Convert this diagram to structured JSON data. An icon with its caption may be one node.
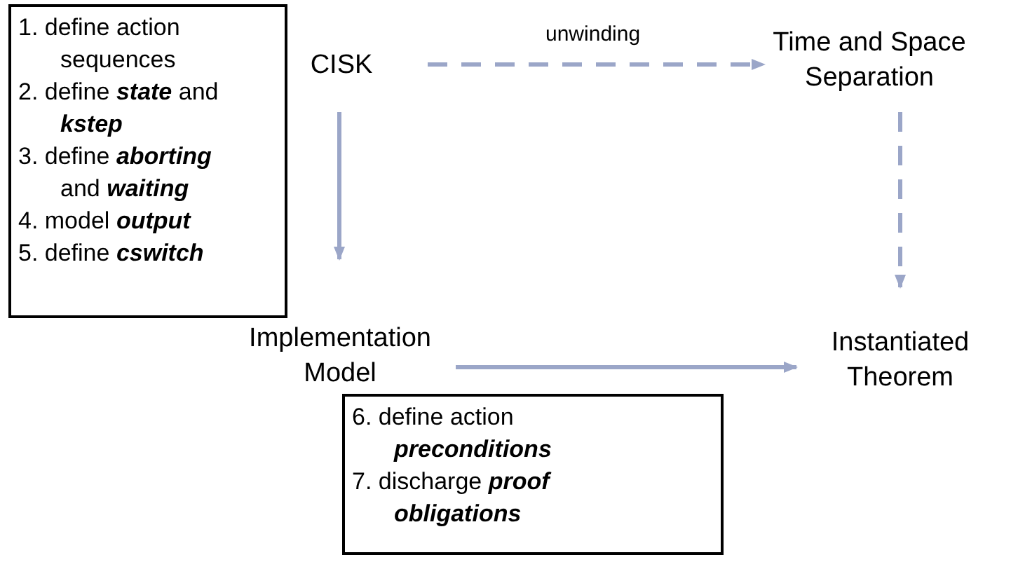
{
  "diagram": {
    "nodes": [
      {
        "text": [
          "1. define action sequences",
          "2. define **state** and **kstep**",
          "3. define **aborting** and **waiting**",
          "4. model **output**",
          "5. define **cswitch**"
        ]
      },
      {
        "text": [
          "CISK"
        ]
      },
      {
        "text": [
          "Time and Space Separation"
        ]
      },
      {
        "text": [
          "Implementation Model"
        ]
      },
      {
        "text": [
          "Instantiated Theorem"
        ]
      },
      {
        "text": [
          "6. define action **preconditions**",
          "7. discharge **proof obligations**"
        ]
      }
    ],
    "edges": [
      {
        "from": 1,
        "to": 2,
        "arrow": "to",
        "label": "unwinding",
        "style": "dashed"
      },
      {
        "from": 1,
        "to": 3,
        "arrow": "to"
      },
      {
        "from": 2,
        "to": 4,
        "arrow": "to",
        "style": "dashed"
      },
      {
        "from": 3,
        "to": 4,
        "arrow": "to"
      }
    ]
  }
}
